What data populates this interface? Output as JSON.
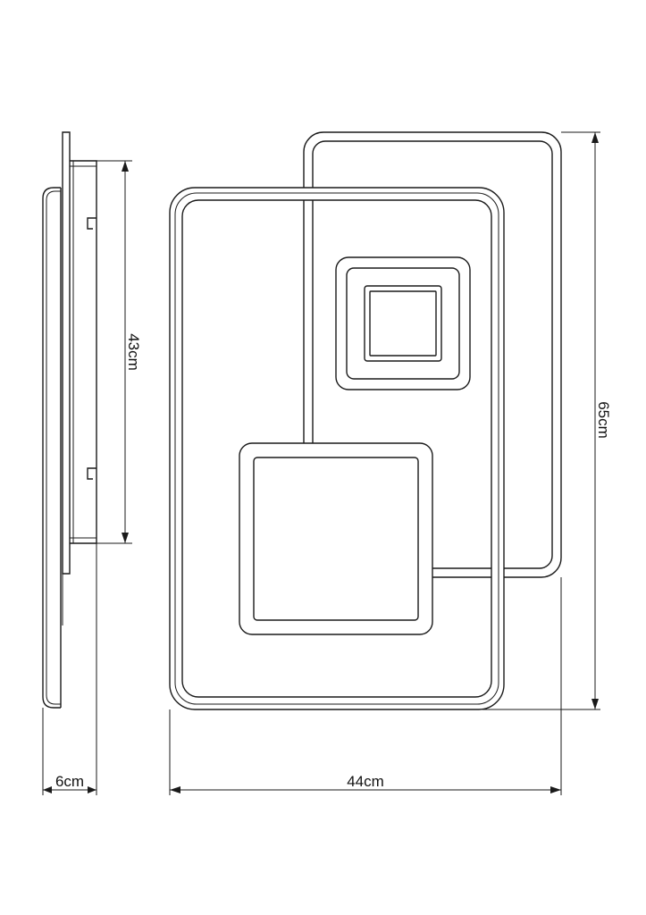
{
  "dimensions": {
    "depth": "6cm",
    "width": "44cm",
    "height": "65cm",
    "bracket": "43cm"
  }
}
